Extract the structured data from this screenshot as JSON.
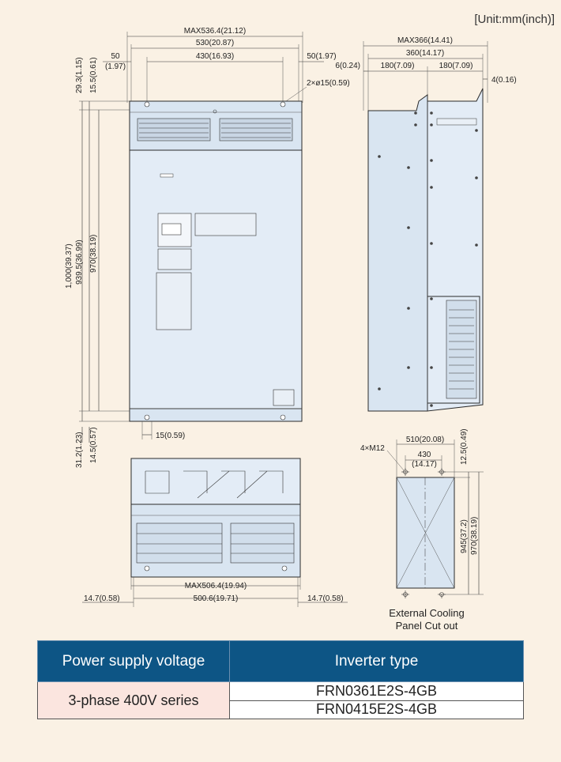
{
  "unit_label": "[Unit:mm(inch)]",
  "front": {
    "top_max": "MAX536.4(21.12)",
    "top_530": "530(20.87)",
    "top_430": "430(16.93)",
    "left_50": "50",
    "left_50_in": "(1.97)",
    "right_50": "50(1.97)",
    "hole": "2×ø15(0.59)",
    "v_29": "29.3(1.15)",
    "v_15": "15.5(0.61)",
    "v_1000": "1,000(39.37)",
    "v_939": "939.5(36.99)",
    "v_970": "970(38.19)",
    "v_31": "31.2(1.23)",
    "v_14": "14.5(0.57)",
    "bot_15": "15(0.59)"
  },
  "side": {
    "max366": "MAX366(14.41)",
    "d360": "360(14.17)",
    "d6": "6(0.24)",
    "d180a": "180(7.09)",
    "d180b": "180(7.09)",
    "d4": "4(0.16)"
  },
  "bottom": {
    "max506": "MAX506.4(19.94)",
    "d500": "500.6(19.71)",
    "left_147": "14.7(0.58)",
    "right_147": "14.7(0.58)"
  },
  "cutout": {
    "m12": "4×M12",
    "w510": "510(20.08)",
    "w430": "430",
    "w430_in": "(14.17)",
    "d12": "12.5(0.49)",
    "h945": "945(37.2)",
    "h970": "970(38.19)",
    "caption_line1": "External Cooling",
    "caption_line2": "Panel Cut out"
  },
  "table": {
    "header_supply": "Power supply voltage",
    "header_type": "Inverter type",
    "supply": "3-phase 400V series",
    "types": [
      "FRN0361E2S-4GB",
      "FRN0415E2S-4GB"
    ]
  },
  "colors": {
    "page_bg": "#faf1e4",
    "header_bg": "#0d5585",
    "supply_bg": "#fbe5df",
    "body_fill": "#d9e5f1"
  }
}
